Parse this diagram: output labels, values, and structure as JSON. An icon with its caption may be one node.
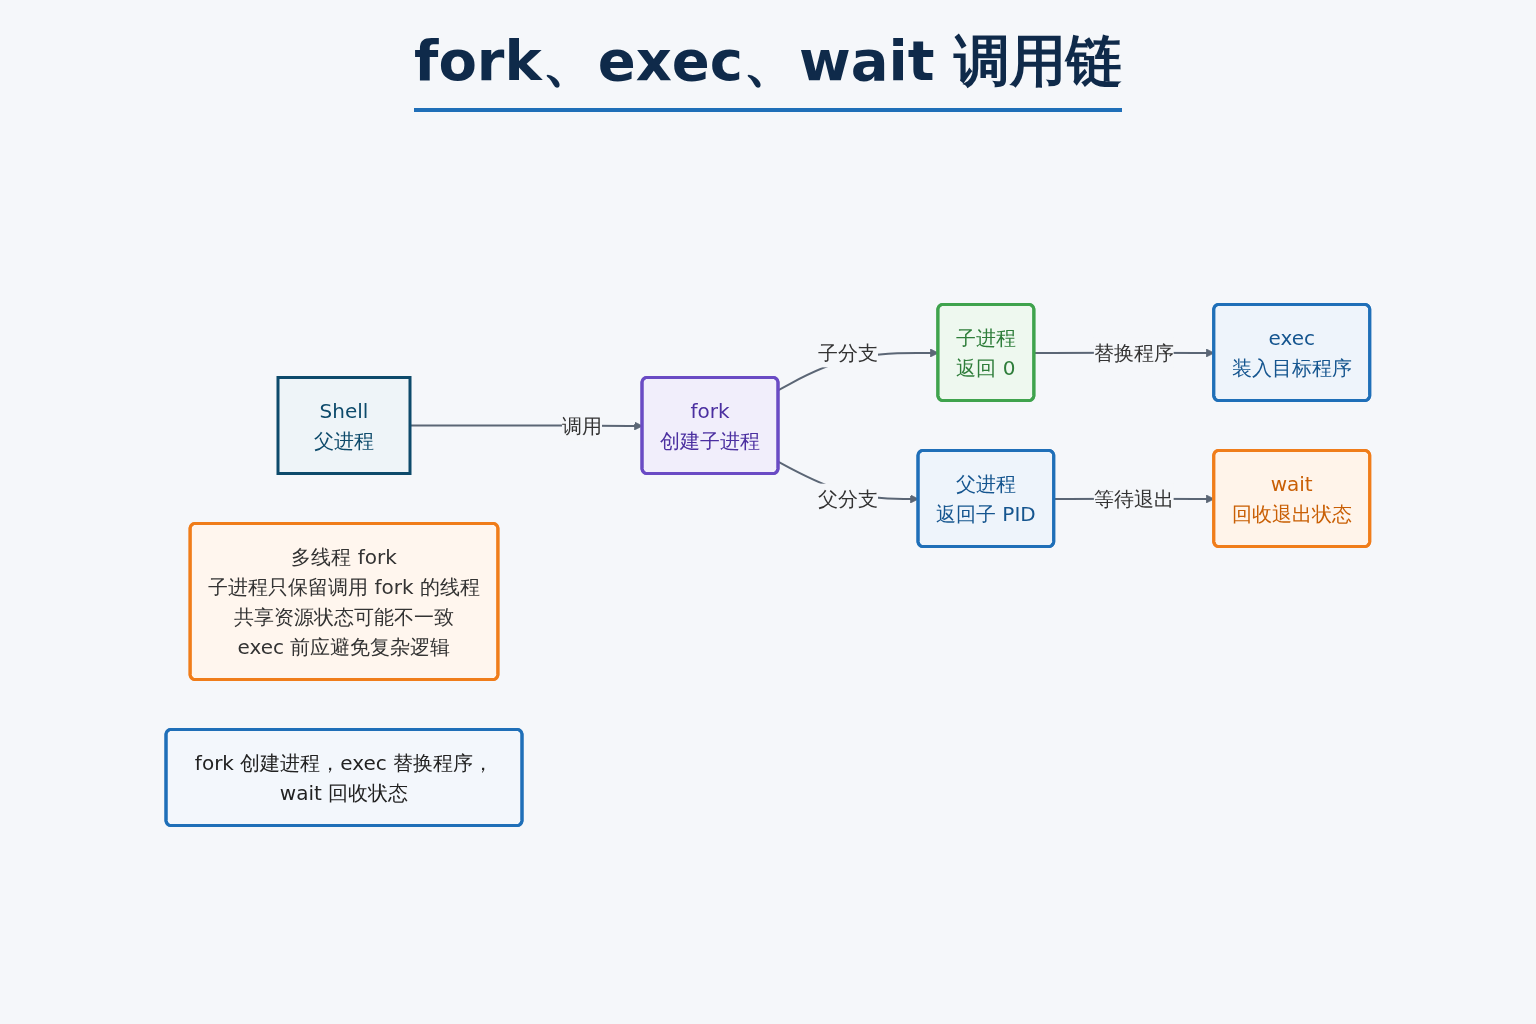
{
  "diagram": {
    "title": "fork、exec、wait 调用链",
    "nodes": [
      {
        "text": [
          "Shell",
          "父进程"
        ]
      },
      {
        "text": [
          "fork",
          "创建子进程"
        ]
      },
      {
        "text": [
          "子进程",
          "返回 0"
        ]
      },
      {
        "text": [
          "exec",
          "装入目标程序"
        ]
      },
      {
        "text": [
          "父进程",
          "返回子 PID"
        ]
      },
      {
        "text": [
          "wait",
          "回收退出状态"
        ]
      },
      {
        "text": [
          "多线程 fork",
          "子进程只保留调用 fork 的线程",
          "共享资源状态可能不一致",
          "exec 前应避免复杂逻辑"
        ]
      },
      {
        "text": [
          "fork 创建进程，exec 替换程序，wait 回收状态"
        ]
      }
    ],
    "edges": [
      {
        "from": 0,
        "to": 1,
        "arrow": "to",
        "label": "调用"
      },
      {
        "from": 1,
        "to": 2,
        "arrow": "to",
        "label": "子分支"
      },
      {
        "from": 1,
        "to": 4,
        "arrow": "to",
        "label": "父分支"
      },
      {
        "from": 2,
        "to": 3,
        "arrow": "to",
        "label": "替换程序"
      },
      {
        "from": 4,
        "to": 5,
        "arrow": "to",
        "label": "等待退出"
      }
    ]
  }
}
